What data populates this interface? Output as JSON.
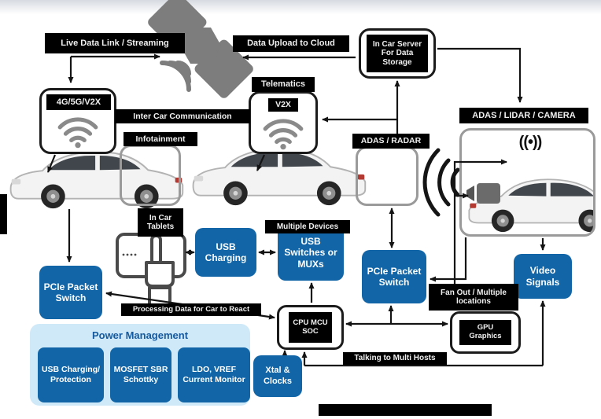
{
  "colors": {
    "node_blue": "#1266a7",
    "panel_blue": "#cfe9f9",
    "panel_title_blue": "#155a9e",
    "label_bg": "#000000",
    "label_fg": "#f0f0f0",
    "outline_gray": "#9a9a9a",
    "icon_gray": "#7d7d7d"
  },
  "flow_labels": {
    "live_data": "Live Data Link / Streaming",
    "data_upload": "Data Upload to Cloud",
    "telematics": "Telematics",
    "inter_car": "Inter Car Communication",
    "infotainment": "Infotainment",
    "adas_lidar_camera": "ADAS / LIDAR / CAMERA",
    "adas_radar": "ADAS / RADAR",
    "in_car_tablets": "In Car Tablets",
    "multiple_devices": "Multiple Devices",
    "processing_data": "Processing Data for Car to React",
    "fan_out": "Fan Out / Multiple locations",
    "talking_multi_hosts": "Talking to Multi Hosts"
  },
  "nodes": {
    "comm_left": "4G/5G/V2X",
    "v2x": "V2X",
    "in_car_server": "In Car Server For Data Storage",
    "usb_charging": "USB Charging",
    "usb_switches": "USB Switches or MUXs",
    "pcie_left": "PCIe Packet Switch",
    "pcie_right": "PCIe Packet Switch",
    "cpu": "CPU MCU SOC",
    "gpu": "GPU Graphics",
    "video_signals": "Video Signals",
    "xtal_clocks": "Xtal & Clocks"
  },
  "power_management": {
    "title": "Power Management",
    "items": [
      "USB Charging/ Protection",
      "MOSFET SBR Schottky",
      "LDO, VREF Current Monitor"
    ]
  },
  "icons": {
    "rf_signal": "((•))"
  }
}
